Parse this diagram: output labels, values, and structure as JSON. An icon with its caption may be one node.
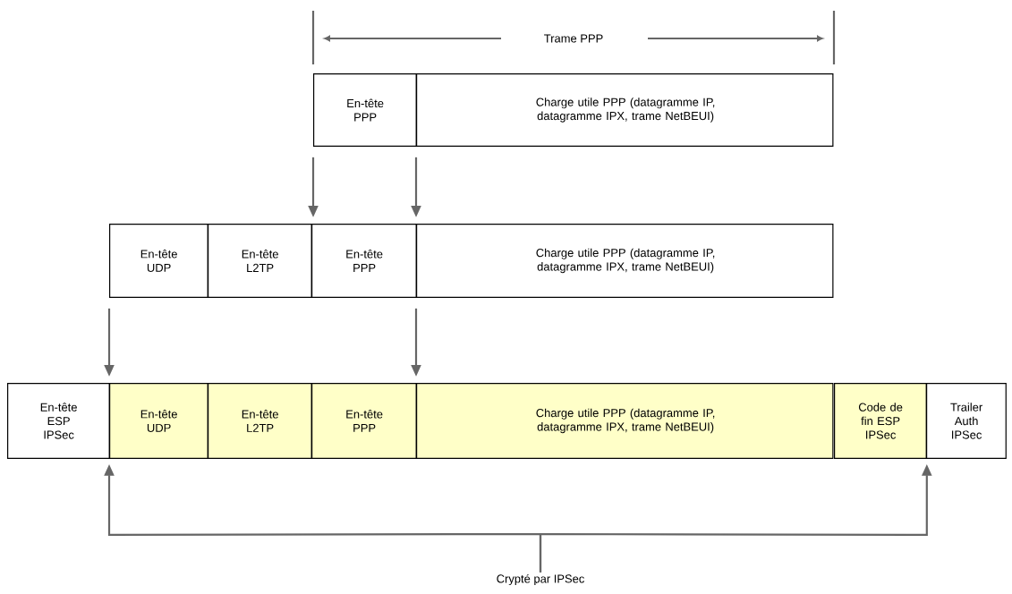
{
  "diagram": {
    "nodes": [
      {
        "text": [
          "En-tête PPP"
        ]
      },
      {
        "text": [
          "Charge utile PPP (datagramme IP, datagramme IPX, trame NetBEUI)"
        ]
      },
      {
        "text": [
          "En-tête UDP"
        ]
      },
      {
        "text": [
          "En-tête L2TP"
        ]
      },
      {
        "text": [
          "En-tête PPP"
        ]
      },
      {
        "text": [
          "Charge utile PPP (datagramme IP, datagramme IPX, trame NetBEUI)"
        ]
      },
      {
        "text": [
          "En-tête ESP IPSec"
        ]
      },
      {
        "text": [
          "En-tête UDP"
        ]
      },
      {
        "text": [
          "En-tête L2TP"
        ]
      },
      {
        "text": [
          "En-tête PPP"
        ]
      },
      {
        "text": [
          "Charge utile PPP (datagramme IP, datagramme IPX, trame NetBEUI)"
        ]
      },
      {
        "text": [
          "Code de fin ESP IPSec"
        ]
      },
      {
        "text": [
          "Trailer Auth IPSec"
        ]
      },
      {
        "text": [
          "Crypté par IPSec"
        ]
      }
    ],
    "edges": [
      {
        "from": 0,
        "to": 4,
        "arrow": "to"
      },
      {
        "from": 1,
        "to": 5,
        "arrow": "to"
      },
      {
        "from": 2,
        "to": 7,
        "arrow": "to"
      },
      {
        "from": 5,
        "to": 10,
        "arrow": "to"
      },
      {
        "from": 13,
        "to": 7,
        "arrow": "to"
      },
      {
        "from": 13,
        "to": 11,
        "arrow": "to"
      }
    ],
    "labels": [
      "Trame PPP"
    ]
  }
}
